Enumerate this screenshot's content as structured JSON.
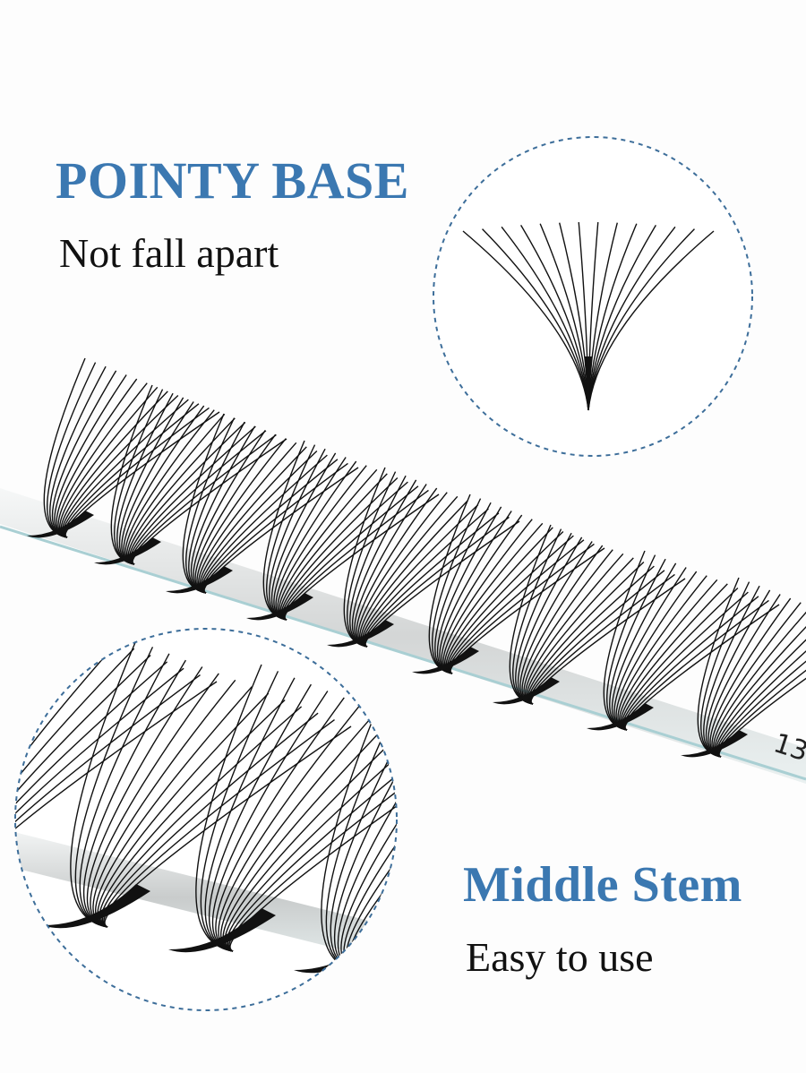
{
  "top_callout": {
    "title": "POINTY BASE",
    "subtitle": "Not fall apart"
  },
  "bottom_callout": {
    "title": "Middle Stem",
    "subtitle": "Easy to use"
  },
  "strip_label": "13",
  "colors": {
    "title": "#3b78b1",
    "subtitle": "#111111",
    "circle_border": "#3d6e9a",
    "lash": "#111111"
  },
  "icons": [
    "lash-fan-closeup",
    "lash-strip",
    "lash-strip-closeup"
  ]
}
